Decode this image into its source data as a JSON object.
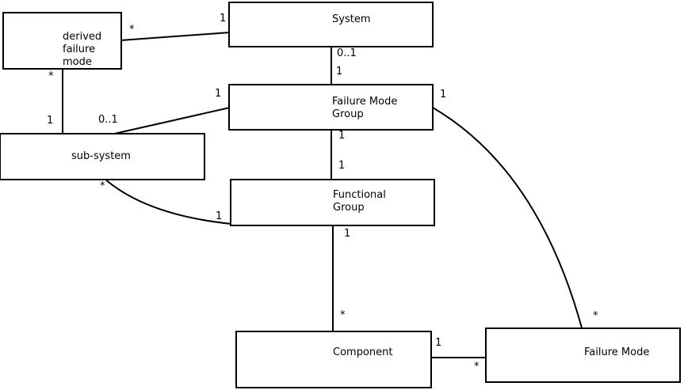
{
  "diagram_type": "uml-class-association-diagram",
  "colors": {
    "line": "#000000",
    "text": "#000000",
    "background": "#ffffff"
  },
  "nodes": {
    "derived_failure_mode": {
      "label": "derived\nfailure\nmode"
    },
    "system": {
      "label": "System"
    },
    "failure_mode_group": {
      "label": "Failure Mode\nGroup"
    },
    "sub_system": {
      "label": "sub-system"
    },
    "functional_group": {
      "label": "Functional\nGroup"
    },
    "component": {
      "label": "Component"
    },
    "failure_mode": {
      "label": "Failure Mode"
    }
  },
  "multiplicities": {
    "derived_fm_to_system_at_derived_fm": "*",
    "derived_fm_to_system_at_system": "1",
    "derived_fm_to_sub_system_at_derived_fm": "*",
    "derived_fm_to_sub_system_at_sub_system": "1",
    "sub_system_to_fm_group_at_sub_system": "0..1",
    "sub_system_to_fm_group_at_fm_group": "1",
    "system_to_fm_group_at_system": "0..1",
    "system_to_fm_group_at_fm_group": "1",
    "fm_group_to_functional_group_at_fm_group": "1",
    "fm_group_to_functional_group_at_functional_group": "1",
    "fm_group_to_failure_mode_at_fm_group": "1",
    "fm_group_to_failure_mode_at_failure_mode": "*",
    "sub_system_to_functional_group_at_sub_system": "*",
    "sub_system_to_functional_group_at_functional_group": "1",
    "functional_group_to_component_at_functional_group": "1",
    "functional_group_to_component_at_component": "*",
    "component_to_failure_mode_at_component": "1",
    "component_to_failure_mode_at_failure_mode": "*"
  }
}
